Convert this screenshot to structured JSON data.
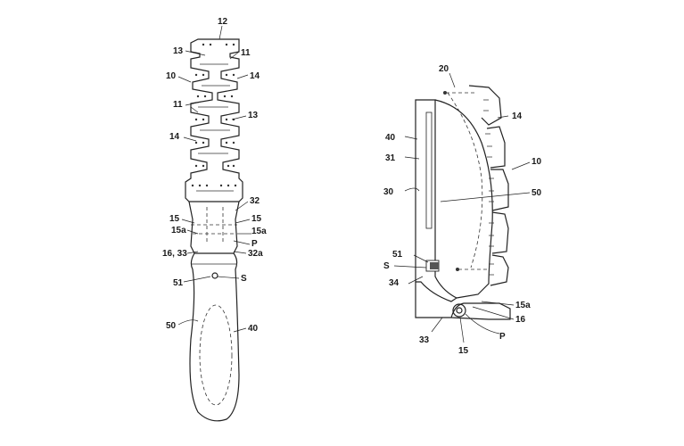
{
  "figure_left": {
    "labels": {
      "l12": "12",
      "l13a": "13",
      "l11a": "11",
      "l10": "10",
      "l14a": "14",
      "l11b": "11",
      "l13b": "13",
      "l14b": "14",
      "l32": "32",
      "l15a": "15",
      "l15b": "15",
      "l15aa": "15a",
      "l15ab": "15a",
      "lP": "P",
      "l1633": "16, 33",
      "l32a": "32a",
      "l51": "51",
      "lS": "S",
      "l50": "50",
      "l40": "40"
    }
  },
  "figure_right": {
    "labels": {
      "l20": "20",
      "l14": "14",
      "l40": "40",
      "l31": "31",
      "l10": "10",
      "l30": "30",
      "l50": "50",
      "l51": "51",
      "lS": "S",
      "l34": "34",
      "l15a": "15a",
      "l16": "16",
      "lP": "P",
      "l33": "33",
      "l15": "15"
    }
  }
}
